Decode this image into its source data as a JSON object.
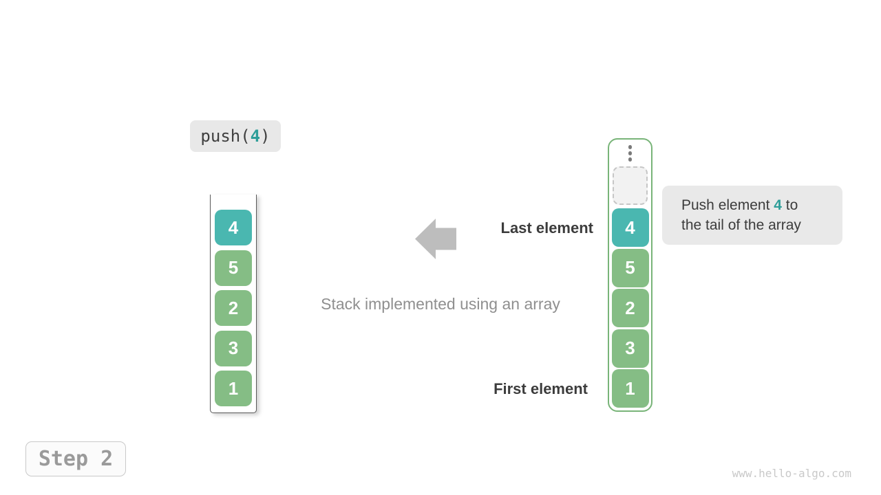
{
  "colors": {
    "teal_cell": "#4AB7B0",
    "teal_text": "#2E9E99",
    "green_cell": "#85BD85",
    "stack_border_green": "#78B478",
    "plain_stack_border": "#595959",
    "arrow_gray": "#BDBDBD",
    "tooltip_bg": "#E9E9E9",
    "op_label_bg": "#E8E8E8",
    "dashed_slot_border": "#C6C6C6",
    "dashed_slot_bg": "#F2F2F2",
    "dark_text": "#3C3C3C",
    "caption_gray": "#8F8F8F",
    "step_text_gray": "#9A9A9A",
    "watermark_gray": "#C9C9C9",
    "ellipsis_dots": "#7A7A7A"
  },
  "operation_label": {
    "prefix": "push(",
    "value": "4",
    "suffix": ")"
  },
  "left_stack": {
    "cells": [
      "4",
      "5",
      "2",
      "3",
      "1"
    ]
  },
  "right_stack": {
    "cells": [
      "4",
      "5",
      "2",
      "3",
      "1"
    ]
  },
  "labels": {
    "last_element": "Last element",
    "first_element": "First element",
    "caption": "Stack implemented using an array"
  },
  "tooltip": {
    "line1_prefix": "Push element ",
    "line1_value": "4",
    "line1_suffix": " to",
    "line2": "the tail of the array"
  },
  "step_badge": "Step 2",
  "watermark": "www.hello-algo.com"
}
